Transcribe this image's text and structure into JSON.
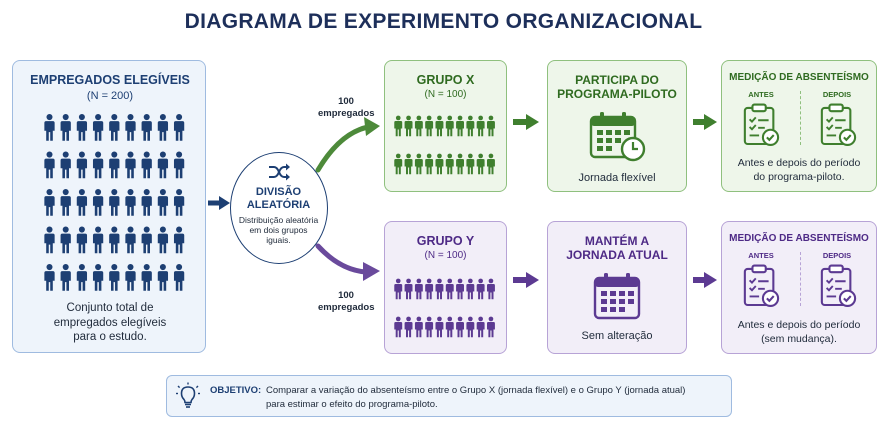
{
  "title": "DIAGRAMA DE EXPERIMENTO ORGANIZACIONAL",
  "colors": {
    "navy": "#1d3f73",
    "green": "#3f7f2e",
    "purple": "#5c3a92"
  },
  "eligible": {
    "title": "EMPREGADOS ELEGÍVEIS",
    "count": "(N = 200)",
    "caption_lines": [
      "Conjunto total de",
      "empregados elegíveis",
      "para o estudo."
    ],
    "icon": "people-group-icon"
  },
  "division": {
    "title_lines": [
      "DIVISÃO",
      "ALEATÓRIA"
    ],
    "desc_lines": [
      "Distribuição aleatória",
      "em dois grupos",
      "iguais."
    ],
    "icon": "shuffle-icon"
  },
  "branches": {
    "top_label_lines": [
      "100",
      "empregados"
    ],
    "bottom_label_lines": [
      "100",
      "empregados"
    ]
  },
  "group_x": {
    "title": "GRUPO X",
    "count": "(N = 100)",
    "intervention": {
      "title_lines": [
        "PARTICIPA DO",
        "PROGRAMA-PILOTO"
      ],
      "caption": "Jornada flexível",
      "icon": "calendar-clock-icon"
    },
    "measure": {
      "title": "MEDIÇÃO DE ABSENTEÍSMO",
      "before": "ANTES",
      "after": "DEPOIS",
      "caption_lines": [
        "Antes e depois do período",
        "do programa-piloto."
      ],
      "icon": "clipboard-check-icon"
    }
  },
  "group_y": {
    "title": "GRUPO Y",
    "count": "(N = 100)",
    "intervention": {
      "title_lines": [
        "MANTÉM A",
        "JORNADA ATUAL"
      ],
      "caption": "Sem alteração",
      "icon": "calendar-icon"
    },
    "measure": {
      "title": "MEDIÇÃO DE ABSENTEÍSMO",
      "before": "ANTES",
      "after": "DEPOIS",
      "caption_lines": [
        "Antes e depois do período",
        "(sem mudança)."
      ],
      "icon": "clipboard-check-icon"
    }
  },
  "objective": {
    "label": "OBJETIVO:",
    "line1": "Comparar a variação do absenteísmo entre o Grupo X (jornada flexível) e o Grupo Y (jornada atual)",
    "line2": "para estimar o efeito do programa-piloto.",
    "icon": "lightbulb-icon"
  }
}
